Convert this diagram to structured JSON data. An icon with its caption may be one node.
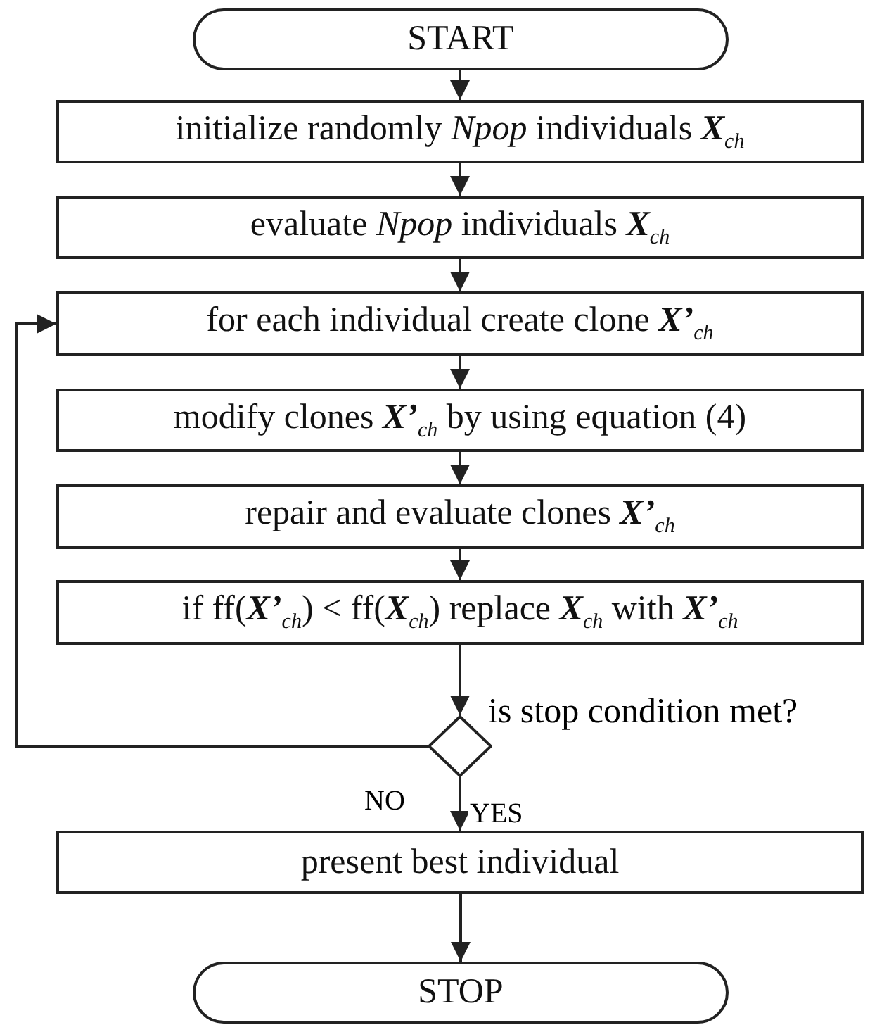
{
  "diagram": {
    "nodes": [
      {
        "text": [
          "START"
        ]
      },
      {
        "text": [
          "initialize randomly *Npop* individuals **X**$_{ch}$"
        ]
      },
      {
        "text": [
          "evaluate *Npop* individuals **X**$_{ch}$"
        ]
      },
      {
        "text": [
          "for each individual create clone **X’**$_{ch}$"
        ]
      },
      {
        "text": [
          "modify clones **X’**$_{ch}$ by using equation (4)"
        ]
      },
      {
        "text": [
          "repair and evaluate clones **X’**$_{ch}$"
        ]
      },
      {
        "text": [
          "if ff(**X’**$_{ch}$) < ff(**X**$_{ch}$) replace **X**$_{ch}$ with **X’**$_{ch}$"
        ]
      },
      {
        "text": [],
        "shape": "diamond",
        "beside": [
          "is stop condition met?"
        ]
      },
      {
        "text": [
          "present best individual"
        ]
      },
      {
        "text": [
          "STOP"
        ]
      }
    ],
    "edges": [
      {
        "from": 0,
        "to": 1,
        "arrow": "to"
      },
      {
        "from": 1,
        "to": 2,
        "arrow": "to"
      },
      {
        "from": 2,
        "to": 3,
        "arrow": "to"
      },
      {
        "from": 3,
        "to": 4,
        "arrow": "to"
      },
      {
        "from": 4,
        "to": 5,
        "arrow": "to"
      },
      {
        "from": 5,
        "to": 6,
        "arrow": "to"
      },
      {
        "from": 6,
        "to": 7,
        "arrow": "to"
      },
      {
        "from": 7,
        "to": 8,
        "label": "YES",
        "arrow": "to"
      },
      {
        "from": 7,
        "to": 3,
        "label": "NO",
        "arrow": "to"
      },
      {
        "from": 8,
        "to": 9,
        "arrow": "to"
      }
    ]
  }
}
